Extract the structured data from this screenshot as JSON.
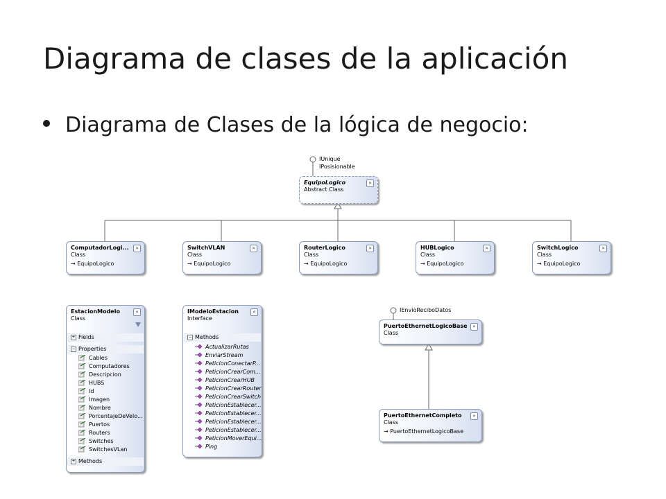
{
  "title": "Diagrama de clases de la aplicación",
  "bullet": "Diagrama de Clases de la lógica de negocio:",
  "interfaces_top": {
    "line1": "IUnique",
    "line2": "IPosisionable"
  },
  "equipo": {
    "name": "EquipoLogico",
    "kind": "Abstract Class"
  },
  "subclasses": [
    {
      "name": "ComputadorLogi...",
      "kind": "Class",
      "base": "EquipoLogico"
    },
    {
      "name": "SwitchVLAN",
      "kind": "Class",
      "base": "EquipoLogico"
    },
    {
      "name": "RouterLogico",
      "kind": "Class",
      "base": "EquipoLogico"
    },
    {
      "name": "HUBLogico",
      "kind": "Class",
      "base": "EquipoLogico"
    },
    {
      "name": "SwitchLogico",
      "kind": "Class",
      "base": "EquipoLogico"
    }
  ],
  "estacion": {
    "name": "EstacionModelo",
    "kind": "Class",
    "fields_label": "Fields",
    "properties_label": "Properties",
    "properties": [
      "Cables",
      "Computadores",
      "Descripcion",
      "HUBS",
      "Id",
      "Imagen",
      "Nombre",
      "PorcentajeDeVelo...",
      "Puertos",
      "Routers",
      "Switches",
      "SwitchesVLan"
    ],
    "methods_label": "Methods"
  },
  "imodelo": {
    "name": "IModeloEstacion",
    "kind": "Interface",
    "methods_label": "Methods",
    "methods": [
      "ActualizarRutas",
      "EnviarStream",
      "PeticionConectarP...",
      "PeticionCrearCom...",
      "PeticionCrearHUB",
      "PeticionCrearRouter",
      "PeticionCrearSwitch",
      "PeticionEstablecer...",
      "PeticionEstablecer...",
      "PeticionEstablecer...",
      "PeticionEstablecer...",
      "PeticionMoverEqui...",
      "Ping"
    ]
  },
  "puerto_base": {
    "interface": "IEnvioReciboDatos",
    "name": "PuertoEthernetLogicoBase",
    "kind": "Class"
  },
  "puerto_completo": {
    "name": "PuertoEthernetCompleto",
    "kind": "Class",
    "base": "PuertoEthernetLogicoBase"
  },
  "icons": {
    "collapse": "double-chevron-icon",
    "property": "property-icon",
    "method": "method-icon",
    "interface": "lollipop-icon",
    "filter": "filter-icon"
  }
}
